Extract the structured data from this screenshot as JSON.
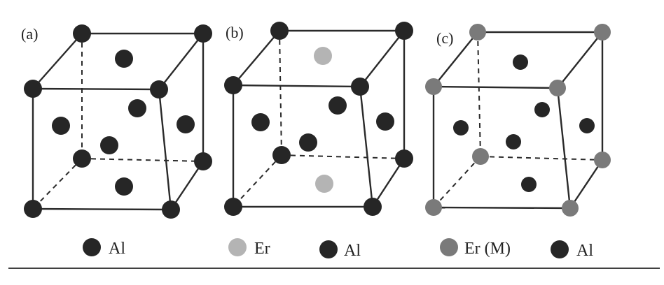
{
  "colors": {
    "al": "#262626",
    "er_light": "#b4b4b4",
    "er_m": "#7a7a7a",
    "edge": "#2a2a2a"
  },
  "panels": [
    {
      "label": "(a)",
      "center_type": "al",
      "face_tb_type": "al",
      "face_side_type": "al",
      "corner_type": "al"
    },
    {
      "label": "(b)",
      "center_type": "al",
      "face_tb_type": "er_light",
      "face_side_type": "al",
      "corner_type": "al"
    },
    {
      "label": "(c)",
      "center_type": "al",
      "face_tb_type": "al",
      "face_side_type": "al",
      "corner_type": "er_m"
    }
  ],
  "legend": {
    "a": {
      "al": "Al"
    },
    "b": {
      "er": "Er",
      "al": "Al"
    },
    "c": {
      "er_m": "Er (M)",
      "al": "Al"
    }
  }
}
